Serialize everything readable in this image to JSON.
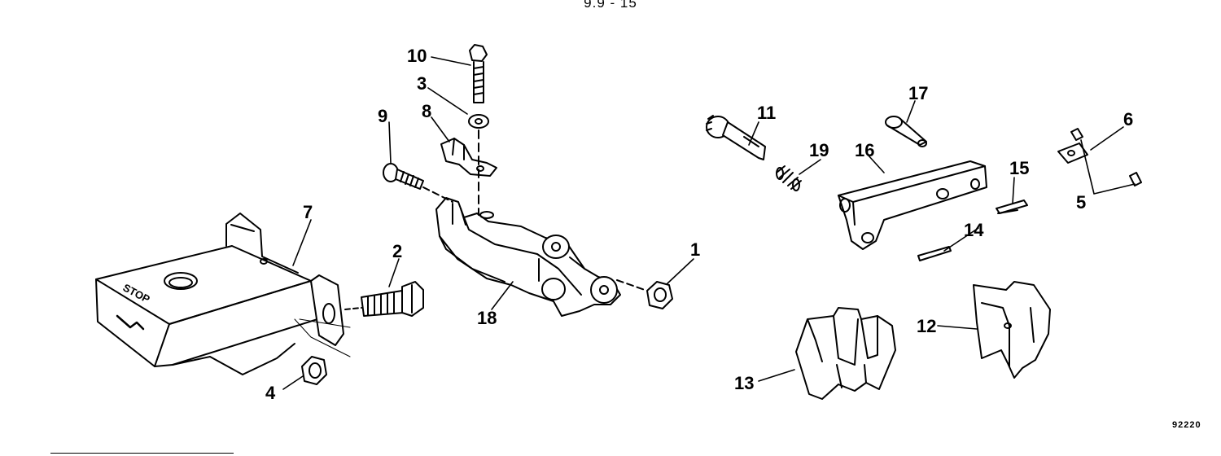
{
  "header": {
    "title": "9.9 - 15"
  },
  "footer": {
    "figure_number": "92220"
  },
  "stop_text": "STOP",
  "callouts": {
    "c1": "1",
    "c2": "2",
    "c3": "3",
    "c4": "4",
    "c5": "5",
    "c6": "6",
    "c7": "7",
    "c8": "8",
    "c9": "9",
    "c10": "10",
    "c11": "11",
    "c12": "12",
    "c13": "13",
    "c14": "14",
    "c15": "15",
    "c16": "16",
    "c17": "17",
    "c18": "18",
    "c19": "19"
  }
}
